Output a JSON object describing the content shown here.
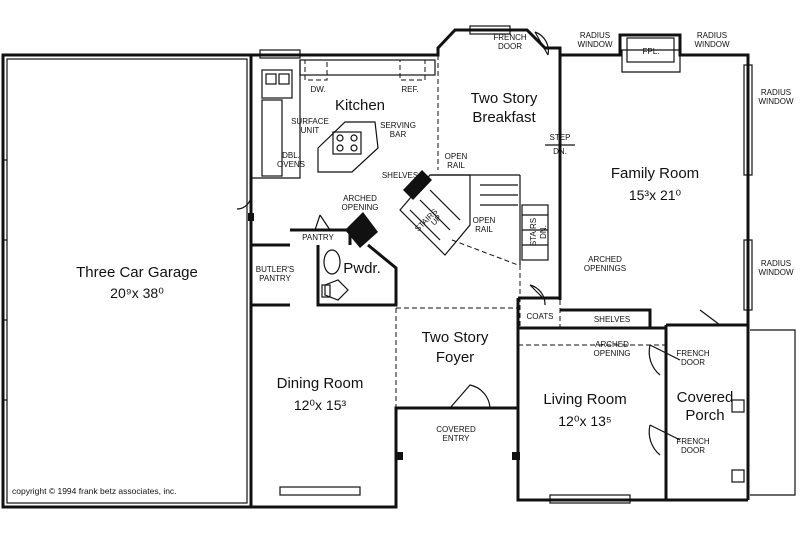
{
  "rooms": {
    "garage": {
      "name": "Three Car Garage",
      "dim": "20⁹x 38⁰"
    },
    "kitchen": {
      "name": "Kitchen"
    },
    "breakfast": {
      "line1": "Two Story",
      "line2": "Breakfast"
    },
    "family": {
      "name": "Family Room",
      "dim": "15³x 21⁰"
    },
    "dining": {
      "name": "Dining Room",
      "dim": "12⁰x 15³"
    },
    "foyer": {
      "line1": "Two Story",
      "line2": "Foyer"
    },
    "living": {
      "name": "Living Room",
      "dim": "12⁰x 13⁵"
    },
    "porch": {
      "line1": "Covered",
      "line2": "Porch"
    },
    "powder": {
      "name": "Pwdr."
    }
  },
  "labels": {
    "french_door_top": [
      "FRENCH",
      "DOOR"
    ],
    "radius_window_1": [
      "RADIUS",
      "WINDOW"
    ],
    "radius_window_2": [
      "RADIUS",
      "WINDOW"
    ],
    "radius_window_3": [
      "RADIUS",
      "WINDOW"
    ],
    "radius_window_4": [
      "RADIUS",
      "WINDOW"
    ],
    "fpl": "FPL.",
    "dw": "DW.",
    "ref": "REF.",
    "surface_unit": [
      "SURFACE",
      "UNIT"
    ],
    "serving_bar": [
      "SERVING",
      "BAR"
    ],
    "dbl_ovens": [
      "DBL.",
      "OVENS"
    ],
    "shelves_kitchen": "SHELVES",
    "open_rail_1": [
      "OPEN",
      "RAIL"
    ],
    "open_rail_2": [
      "OPEN",
      "RAIL"
    ],
    "step_dn": [
      "STEP",
      "DN."
    ],
    "arched_opening_1": [
      "ARCHED",
      "OPENING"
    ],
    "pantry": "PANTRY",
    "butlers_pantry": [
      "BUTLER'S",
      "PANTRY"
    ],
    "stairs_up": [
      "STAIRS",
      "UP"
    ],
    "stairs_dn": [
      "STAIRS",
      "DN."
    ],
    "arched_openings": [
      "ARCHED",
      "OPENINGS"
    ],
    "coats": "COATS",
    "shelves_living": "SHELVES",
    "arched_opening_2": [
      "ARCHED",
      "OPENING"
    ],
    "french_door_porch_1": [
      "FRENCH",
      "DOOR"
    ],
    "french_door_porch_2": [
      "FRENCH",
      "DOOR"
    ],
    "covered_entry": [
      "COVERED",
      "ENTRY"
    ]
  },
  "copyright": "copyright © 1994 frank betz associates, inc."
}
